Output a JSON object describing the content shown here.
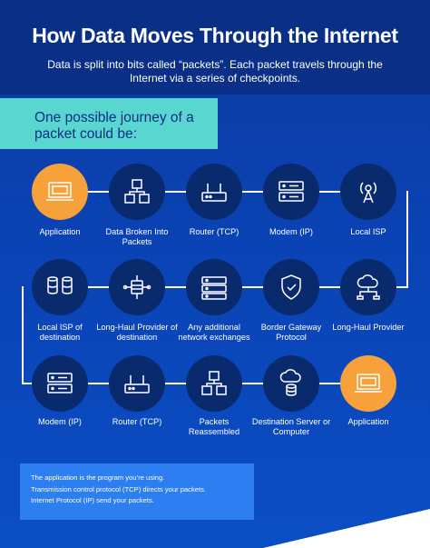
{
  "header": {
    "title": "How Data Moves Through the Internet",
    "subtitle": "Data is split into bits called “packets”. Each packet travels through the Internet via a series of checkpoints."
  },
  "intro": {
    "text": "One possible journey of a packet could be:"
  },
  "colors": {
    "accent_teal": "#5ad6d0",
    "highlight_orange": "#f7a13a",
    "node_dark": "#0a2a6e",
    "info_blue": "#2d7ef0"
  },
  "steps": [
    {
      "label": "Application",
      "icon": "laptop-icon"
    },
    {
      "label": "Data Broken Into Packets",
      "icon": "packets-icon"
    },
    {
      "label": "Router (TCP)",
      "icon": "router-icon"
    },
    {
      "label": "Modem (IP)",
      "icon": "modem-icon"
    },
    {
      "label": "Local ISP",
      "icon": "antenna-icon"
    },
    {
      "label": "Long-Haul Provider",
      "icon": "cloud-network-icon"
    },
    {
      "label": "Border Gateway Protocol",
      "icon": "shield-icon"
    },
    {
      "label": "Any additional network exchanges",
      "icon": "switch-icon"
    },
    {
      "label": "Long-Haul Provider of destination",
      "icon": "server-network-icon"
    },
    {
      "label": "Local ISP of destination",
      "icon": "database-cloud-icon"
    },
    {
      "label": "Modem (IP)",
      "icon": "modem-icon"
    },
    {
      "label": "Router (TCP)",
      "icon": "router-icon"
    },
    {
      "label": "Packets Reassembled",
      "icon": "packets-icon"
    },
    {
      "label": "Destination Server or Computer",
      "icon": "cloud-server-icon"
    },
    {
      "label": "Application",
      "icon": "laptop-icon"
    }
  ],
  "info": {
    "lines": [
      "The application is the program you’re using.",
      "Transmission control protocol (TCP) directs your packets.",
      "Internet Protocol (IP) send your packets."
    ]
  }
}
